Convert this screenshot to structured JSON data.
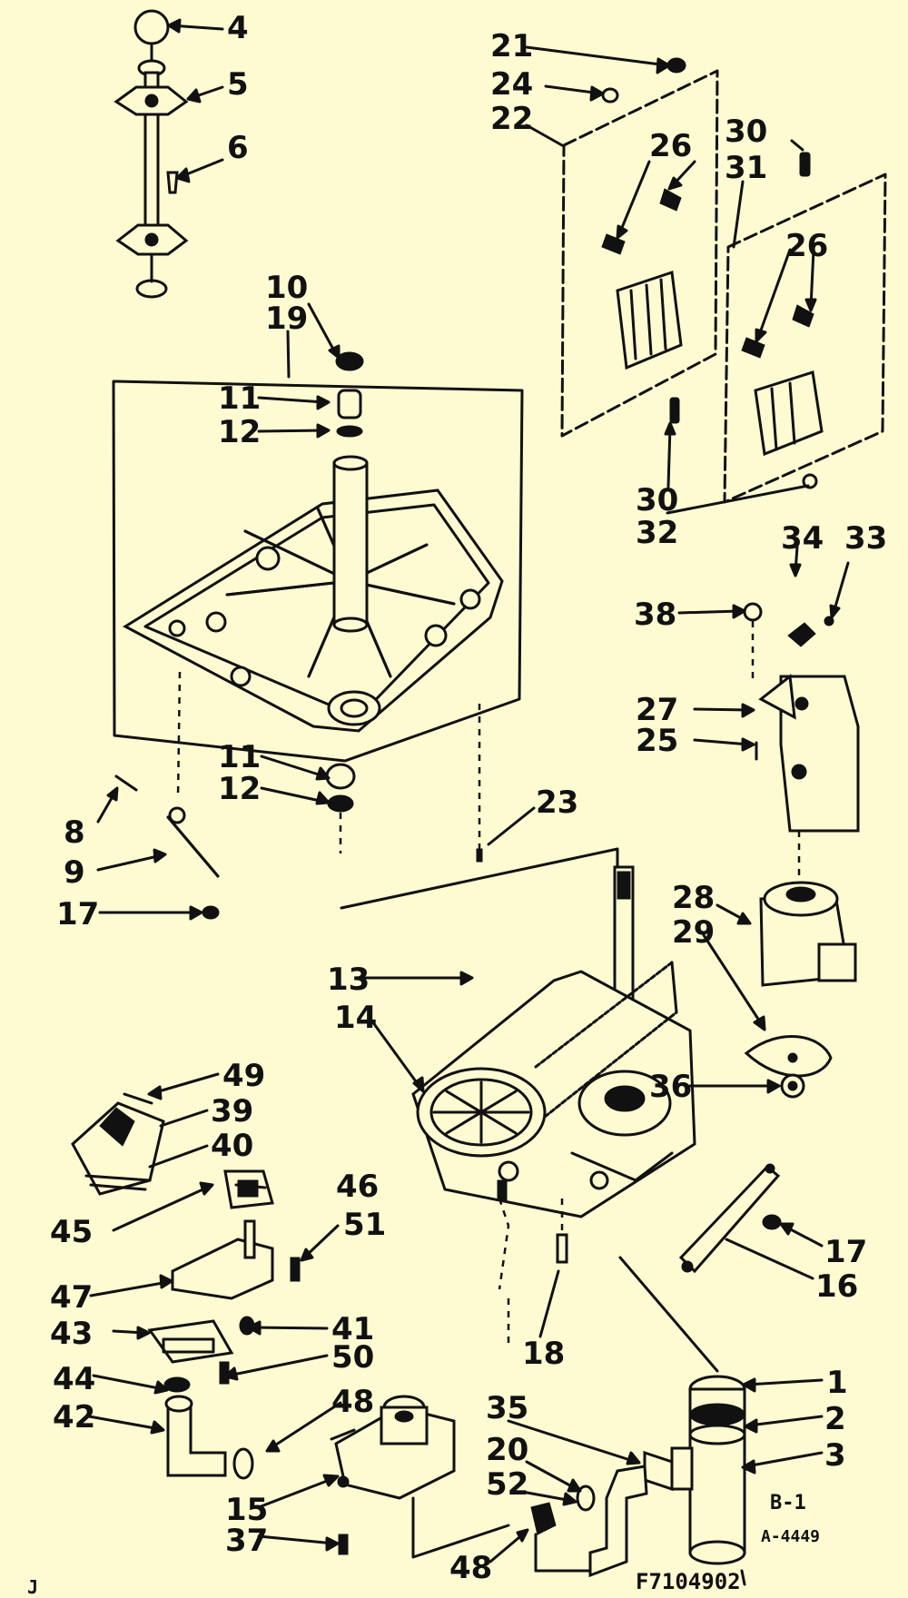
{
  "diagram": {
    "colors": {
      "background": "#fefbd2",
      "ink": "#111111"
    },
    "callouts": {
      "c4": "4",
      "c5": "5",
      "c6": "6",
      "c21": "21",
      "c24": "24",
      "c22": "22",
      "c26a": "26",
      "c30a": "30",
      "c31": "31",
      "c26b": "26",
      "c10": "10",
      "c19": "19",
      "c11a": "11",
      "c12a": "12",
      "c30b": "30",
      "c32": "32",
      "c34": "34",
      "c33": "33",
      "c38": "38",
      "c27": "27",
      "c25": "25",
      "c11b": "11",
      "c12b": "12",
      "c23": "23",
      "c8": "8",
      "c9": "9",
      "c17a": "17",
      "c28": "28",
      "c29": "29",
      "c13": "13",
      "c14": "14",
      "c36": "36",
      "c49": "49",
      "c39": "39",
      "c40": "40",
      "c46": "46",
      "c45": "45",
      "c51": "51",
      "c47": "47",
      "c17b": "17",
      "c16": "16",
      "c41": "41",
      "c43": "43",
      "c18": "18",
      "c50": "50",
      "c1": "1",
      "c44": "44",
      "c48a": "48",
      "c35": "35",
      "c2": "2",
      "c42": "42",
      "c3": "3",
      "c20": "20",
      "c52": "52",
      "c15": "15",
      "c37": "37",
      "c48b": "48"
    },
    "footer": {
      "sheet_ref": "B-1",
      "drawing_no": "A-4449",
      "figure_no": "F7104902",
      "corner_mark": "J"
    }
  }
}
